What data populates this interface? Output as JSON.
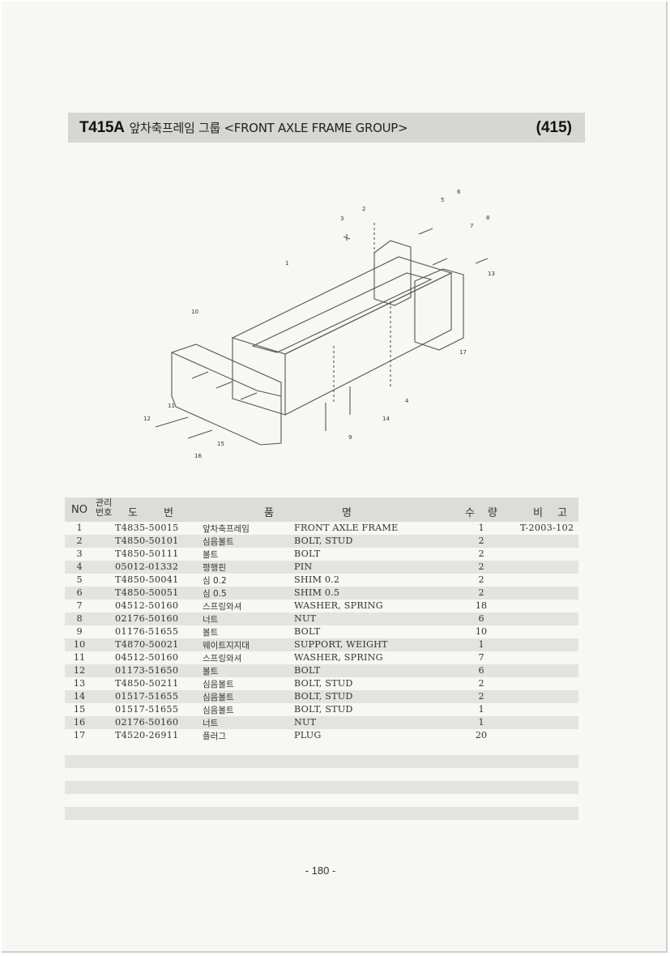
{
  "title": {
    "code": "T415A",
    "text": "앞차축프레임 그룹 <FRONT AXLE FRAME GROUP>",
    "number": "(415)"
  },
  "diagram": {
    "callouts": [
      "1",
      "2",
      "3",
      "4",
      "5",
      "6",
      "7",
      "8",
      "9",
      "10",
      "11",
      "12",
      "13",
      "14",
      "15",
      "16",
      "17"
    ]
  },
  "table": {
    "headers": {
      "no": "NO",
      "mgmt": "관리\n번호",
      "drawing_1": "도",
      "drawing_2": "번",
      "name_1": "품",
      "name_2": "명",
      "qty_1": "수",
      "qty_2": "량",
      "remark_1": "비",
      "remark_2": "고"
    },
    "rows": [
      {
        "no": "1",
        "part": "T4835-50015",
        "kr": "앞차축프레임",
        "en": "FRONT AXLE FRAME",
        "qty": "1",
        "remark": "T-2003-102"
      },
      {
        "no": "2",
        "part": "T4850-50101",
        "kr": "심음볼트",
        "en": "BOLT, STUD",
        "qty": "2",
        "remark": ""
      },
      {
        "no": "3",
        "part": "T4850-50111",
        "kr": "볼트",
        "en": "BOLT",
        "qty": "2",
        "remark": ""
      },
      {
        "no": "4",
        "part": "05012-01332",
        "kr": "평행핀",
        "en": "PIN",
        "qty": "2",
        "remark": ""
      },
      {
        "no": "5",
        "part": "T4850-50041",
        "kr": "심 0.2",
        "en": "SHIM 0.2",
        "qty": "2",
        "remark": ""
      },
      {
        "no": "6",
        "part": "T4850-50051",
        "kr": "심 0.5",
        "en": "SHIM 0.5",
        "qty": "2",
        "remark": ""
      },
      {
        "no": "7",
        "part": "04512-50160",
        "kr": "스프링와셔",
        "en": "WASHER, SPRING",
        "qty": "18",
        "remark": ""
      },
      {
        "no": "8",
        "part": "02176-50160",
        "kr": "너트",
        "en": "NUT",
        "qty": "6",
        "remark": ""
      },
      {
        "no": "9",
        "part": "01176-51655",
        "kr": "볼트",
        "en": "BOLT",
        "qty": "10",
        "remark": ""
      },
      {
        "no": "10",
        "part": "T4870-50021",
        "kr": "웨이트지지대",
        "en": "SUPPORT, WEIGHT",
        "qty": "1",
        "remark": ""
      },
      {
        "no": "11",
        "part": "04512-50160",
        "kr": "스프링와셔",
        "en": "WASHER, SPRING",
        "qty": "7",
        "remark": ""
      },
      {
        "no": "12",
        "part": "01173-51650",
        "kr": "볼트",
        "en": "BOLT",
        "qty": "6",
        "remark": ""
      },
      {
        "no": "13",
        "part": "T4850-50211",
        "kr": "심음볼트",
        "en": "BOLT, STUD",
        "qty": "2",
        "remark": ""
      },
      {
        "no": "14",
        "part": "01517-51655",
        "kr": "심음볼트",
        "en": "BOLT, STUD",
        "qty": "2",
        "remark": ""
      },
      {
        "no": "15",
        "part": "01517-51655",
        "kr": "심음볼트",
        "en": "BOLT, STUD",
        "qty": "1",
        "remark": ""
      },
      {
        "no": "16",
        "part": "02176-50160",
        "kr": "너트",
        "en": "NUT",
        "qty": "1",
        "remark": ""
      },
      {
        "no": "17",
        "part": "T4520-26911",
        "kr": "플러그",
        "en": "PLUG",
        "qty": "20",
        "remark": ""
      }
    ]
  },
  "page_number": "- 180 -"
}
